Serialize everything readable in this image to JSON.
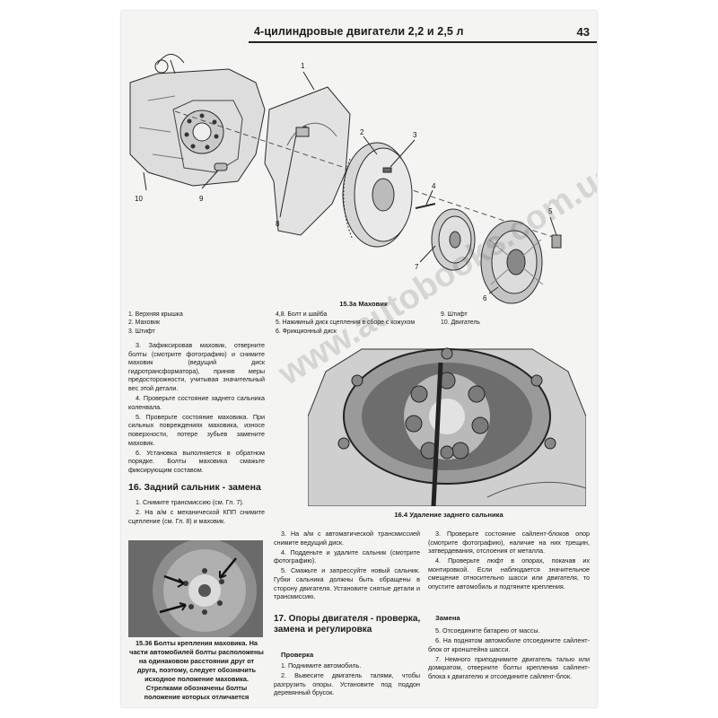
{
  "header": {
    "title": "4-цилиндровые двигатели 2,2 и 2,5 л",
    "page_number": "43"
  },
  "diagram": {
    "callouts": [
      "1",
      "2",
      "3",
      "4",
      "5",
      "6",
      "7",
      "8",
      "9",
      "10"
    ],
    "caption": "15.3а Маховик",
    "legend_left": [
      "1. Верхняя крышка",
      "2. Маховик",
      "3. Штифт"
    ],
    "legend_mid": [
      "4,8. Болт и шайба",
      "5. Нажимный диск сцепления в сборе с кожухом",
      "6. Фрикционный диск"
    ],
    "legend_right": [
      "9. Штифт",
      "10. Двигатель"
    ]
  },
  "col_left_top": [
    "3. Зафиксировав маховик, отверните болты (смотрите фотографию) и снимите маховик (ведущий диск гидротрансформатора), приняв меры предосторожности, учитывая значительный вес этой детали.",
    "4. Проверьте состояние заднего сальника коленвала.",
    "5. Проверьте состояние маховика. При сильных повреждениях маховика, износе поверхности, потере зубьев замените маховик.",
    "6. Установка выполняется в обратном порядке. Болты маховика смажьте фиксирующим составом."
  ],
  "section16": {
    "title": "16. Задний сальник - замена",
    "paras": [
      "1. Снимите трансмиссию (см. Гл. 7).",
      "2. На а/м с механической КПП снимите сцепление (см. Гл. 8) и маховик."
    ]
  },
  "photo_1536": {
    "caption": "15.36 Болты крепления маховика. На части автомобилей болты расположены на одинаковом расстоянии друг от друга, поэтому, следует обозначить исходное положение маховика. Стрелками обозначены болты положение которых отличается"
  },
  "photo_164": {
    "caption": "16.4 Удаление заднего сальника"
  },
  "col_mid": [
    "3. На а/м с автоматической трансмиссией снимите ведущий диск.",
    "4. Подденьте и удалите сальник (смотрите фотографию).",
    "5. Смажьте и запрессуйте новый сальник. Губки сальника должны быть обращены в сторону двигателя. Установите снятые детали и трансмиссию."
  ],
  "section17": {
    "title": "17. Опоры двигателя - проверка, замена и регулировка",
    "subtitle": "Проверка",
    "paras": [
      "1. Поднимите автомобиль.",
      "2. Вывесите двигатель талями, чтобы разгрузить опоры. Установите под поддон деревянный брусок."
    ]
  },
  "col_right": [
    "3. Проверьте состояние сайлент-блоков опор (смотрите фотографию), наличие на них трещин, затвердевания, отслоения от металла.",
    "4. Проверьте люфт в опорах, покачав их монтировкой. Если наблюдается значительное смещение относительно шасси или двигателя, то опустите автомобиль и подтяните крепления."
  ],
  "replace": {
    "subtitle": "Замена",
    "paras": [
      "5. Отсоедините батарею от массы.",
      "6. На поднятом автомобиле отсоедините сайлент-блок от кронштейна шасси.",
      "7. Немного приподнимите двигатель талью или домкратом, отверните болты крепления сайлент-блока к двигателю и отсоедините сайлент-блок."
    ]
  },
  "watermark": "www.autobooks.com.ua"
}
